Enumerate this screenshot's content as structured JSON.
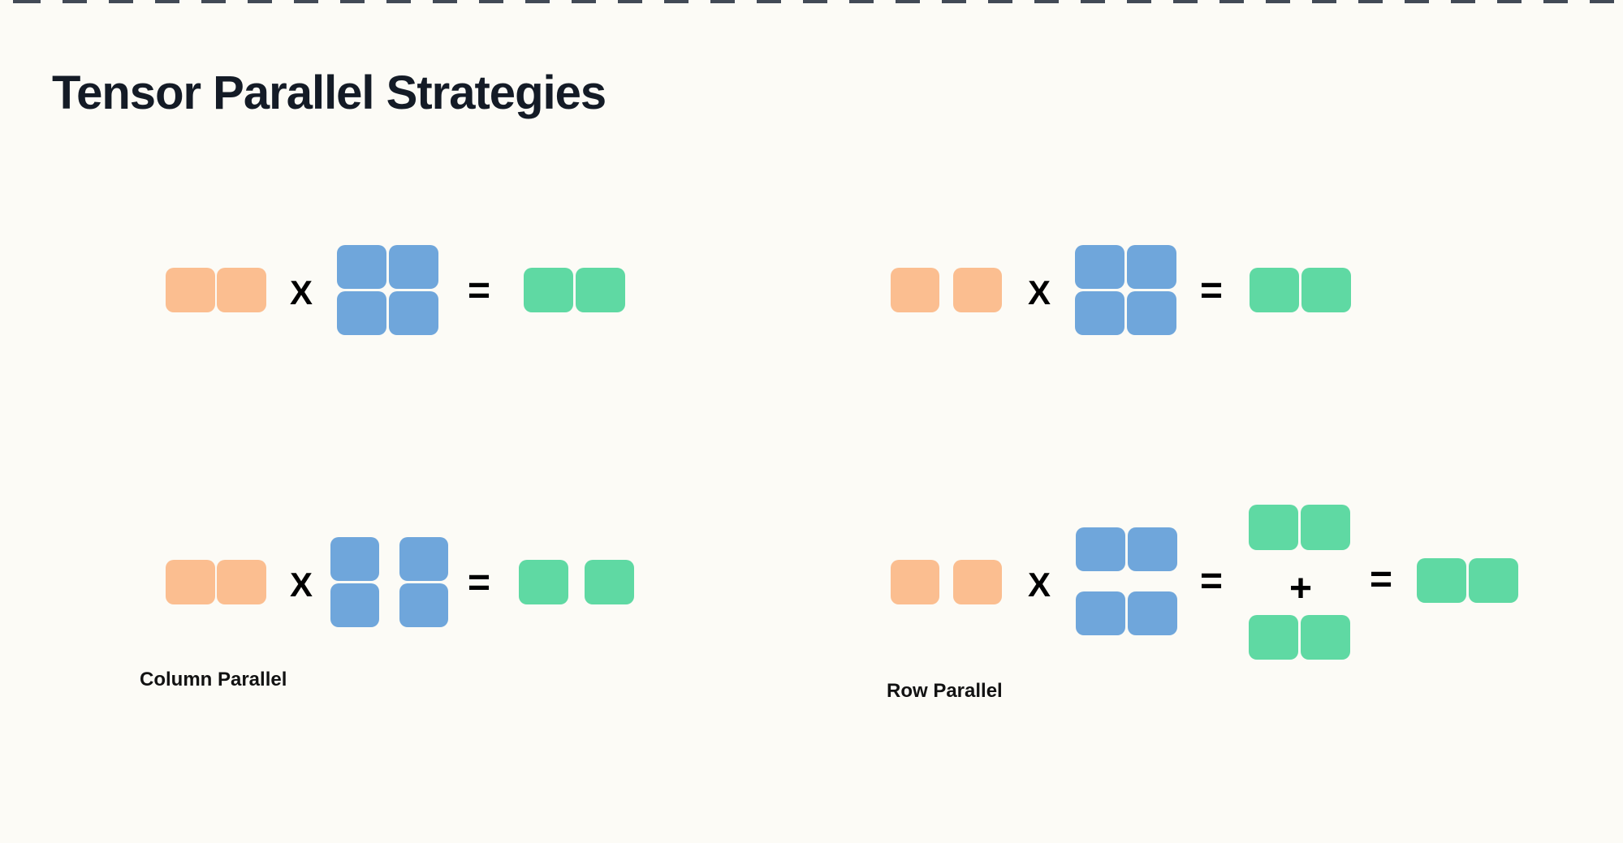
{
  "page": {
    "title": "Tensor Parallel Strategies",
    "background_color": "#FCFBF6",
    "top_dash_color": "#424A56",
    "title_color": "#141B26"
  },
  "colors": {
    "input": "#FBBE90",
    "weight": "#6FA6DB",
    "output": "#5FD9A3"
  },
  "operators": {
    "multiply": "X",
    "equals": "=",
    "plus": "+"
  },
  "labels": {
    "column_parallel": "Column Parallel",
    "row_parallel": "Row Parallel"
  }
}
